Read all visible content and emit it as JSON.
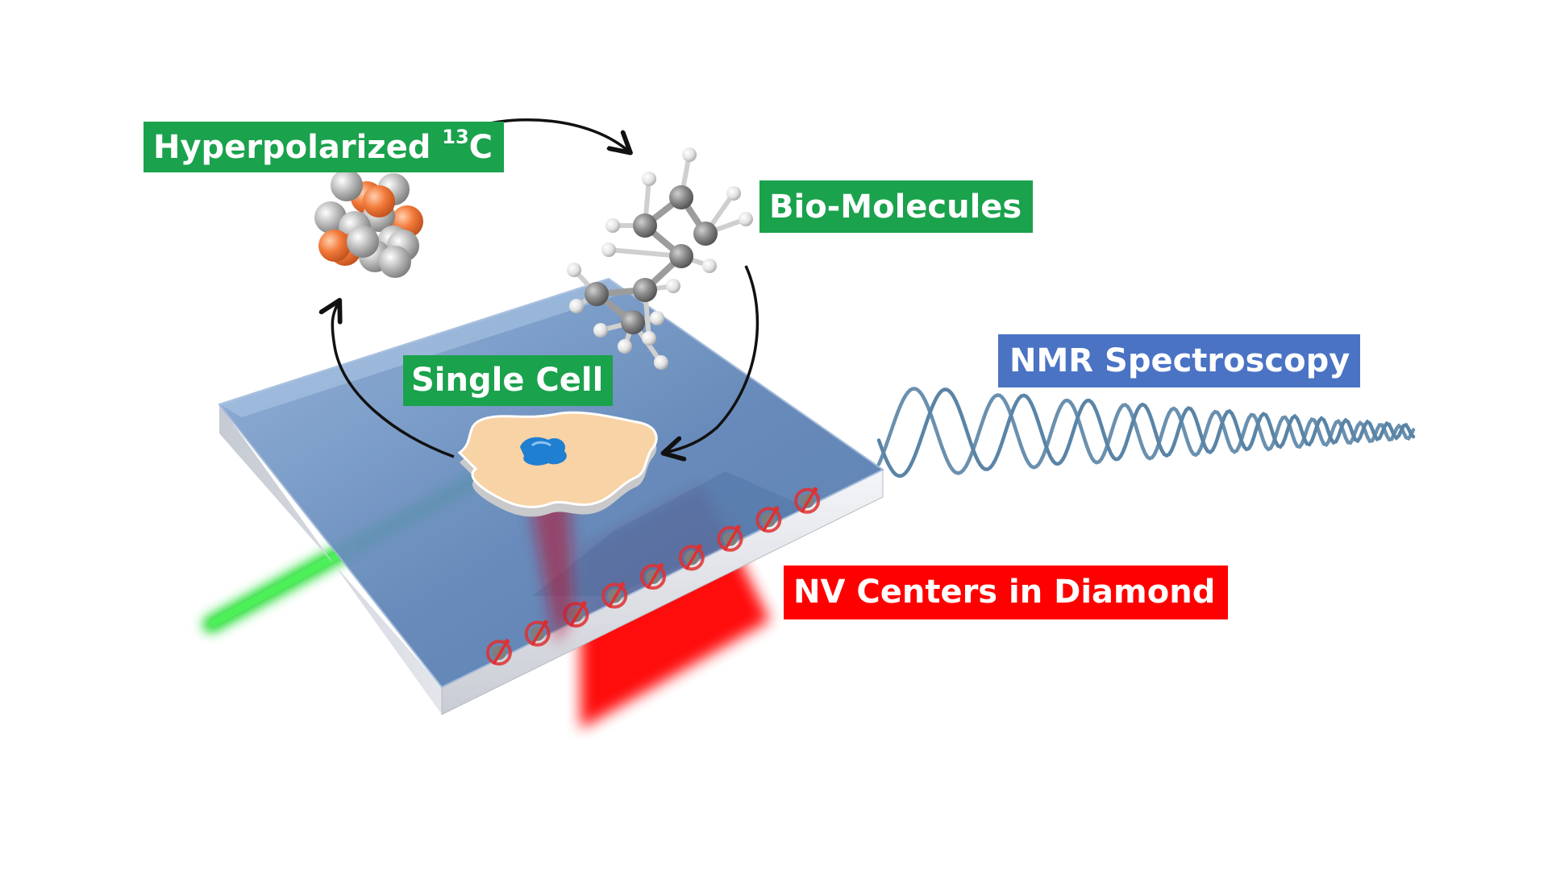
{
  "labels": {
    "hyperpolarized": {
      "text": "Hyperpolarized ",
      "superscript": "13",
      "suffix": "C",
      "color": "#1aa24c"
    },
    "bio_molecules": {
      "text": "Bio-Molecules",
      "color": "#1aa24c"
    },
    "single_cell": {
      "text": "Single Cell",
      "color": "#1aa24c"
    },
    "nmr_spectroscopy": {
      "text": "NMR Spectroscopy",
      "color": "#4a73c4"
    },
    "nv_centers": {
      "text": "NV Centers in Diamond",
      "color": "#ff0000"
    }
  },
  "colors": {
    "diamond_top": "#5f86b8",
    "diamond_side": "#e6e8ee",
    "laser_green": "#22dd33",
    "laser_red": "#ff0000",
    "nv_center": "#e03030",
    "wave": "#5a84a6",
    "carbon_nucleus": "#f07a3c",
    "atom_gray": "#9a9a9a",
    "cell_body": "#f8d3a6",
    "cell_nucleus": "#1f7fd1"
  },
  "icons": [
    "carbon-13-cluster-icon",
    "bio-molecule-icon",
    "cell-icon",
    "nv-center-icon",
    "nmr-signal-icon"
  ]
}
